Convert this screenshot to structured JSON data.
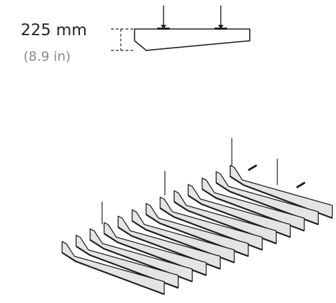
{
  "dimension": {
    "metric": "225 mm",
    "imperial": "(8.9 in)"
  },
  "colors": {
    "stroke": "#1e1e1e",
    "panel_fill": "#e4e4e4",
    "background": "#ffffff"
  },
  "panel_count": 13
}
